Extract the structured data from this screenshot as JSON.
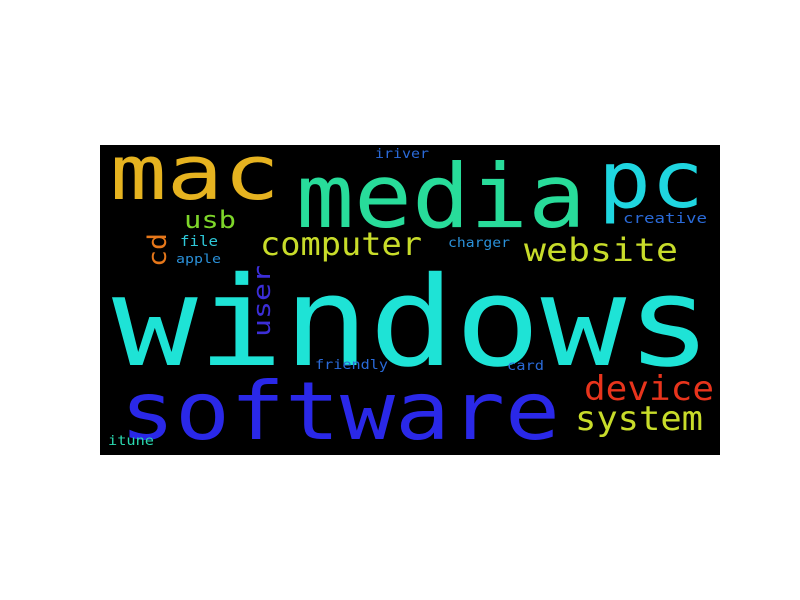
{
  "background": "#000000",
  "words": [
    {
      "text": "windows",
      "color": "#1ee3d6"
    },
    {
      "text": "media",
      "color": "#28dc9a"
    },
    {
      "text": "software",
      "color": "#2a28e8"
    },
    {
      "text": "pc",
      "color": "#1fd6e0"
    },
    {
      "text": "mac",
      "color": "#e6b320"
    },
    {
      "text": "computer",
      "color": "#c8dc2a"
    },
    {
      "text": "website",
      "color": "#c8dc2a"
    },
    {
      "text": "system",
      "color": "#c8dc2a"
    },
    {
      "text": "device",
      "color": "#e8341c"
    },
    {
      "text": "usb",
      "color": "#7ed62a"
    },
    {
      "text": "cd",
      "color": "#e6771a"
    },
    {
      "text": "user",
      "color": "#3c2ed8"
    },
    {
      "text": "file",
      "color": "#2ec8d8"
    },
    {
      "text": "creative",
      "color": "#2a6ad8"
    },
    {
      "text": "charger",
      "color": "#2a90d8"
    },
    {
      "text": "apple",
      "color": "#2a90d8"
    },
    {
      "text": "iriver",
      "color": "#2a6ad8"
    },
    {
      "text": "friendly",
      "color": "#2a6ad8"
    },
    {
      "text": "card",
      "color": "#2a6ad8"
    },
    {
      "text": "itune",
      "color": "#2ad8b0"
    }
  ]
}
